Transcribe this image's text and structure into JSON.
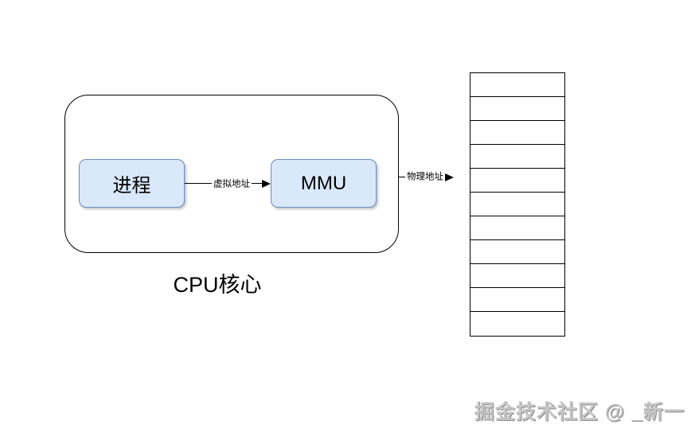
{
  "diagram": {
    "cpu_container": {
      "caption": "CPU核心"
    },
    "process_box": {
      "label": "进程"
    },
    "mmu_box": {
      "label": "MMU"
    },
    "virtual_address_arrow": {
      "label": "虚拟地址"
    },
    "physical_address_arrow": {
      "label": "物理地址"
    },
    "memory_table": {
      "rows": 11
    },
    "watermark": "掘金技术社区 @ _新一"
  },
  "colors": {
    "node_fill": "#dae8fc",
    "node_border": "#6c8ebf",
    "line_color": "#000000",
    "watermark_color": "#c6c6c6",
    "background": "#ffffff"
  }
}
